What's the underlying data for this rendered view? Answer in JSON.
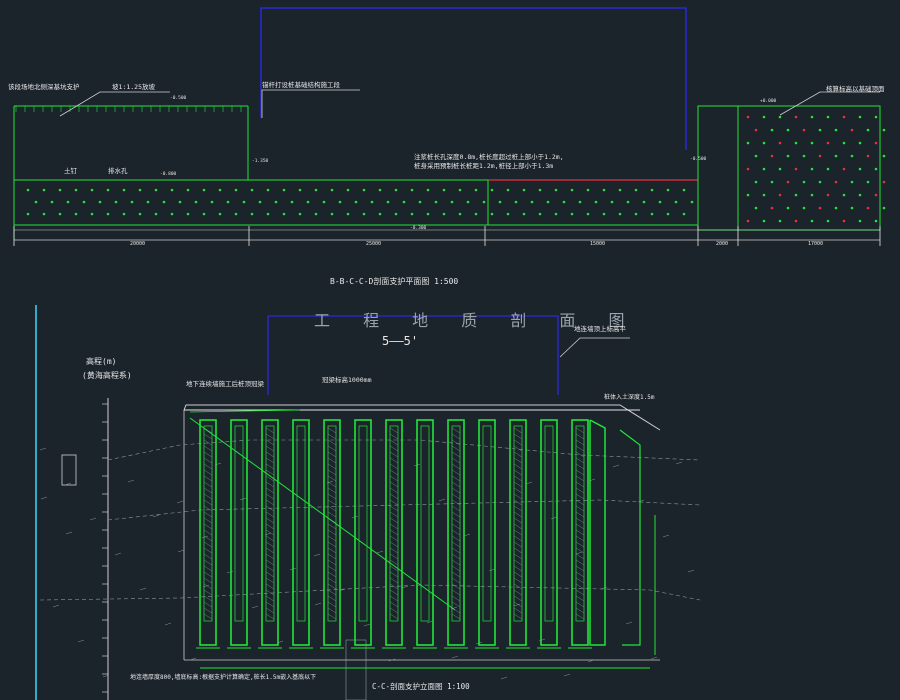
{
  "plan": {
    "title": "B-B-C-C-D剖面支护平面图 1:500",
    "notes": {
      "left_a": "该段场地北侧深基坑支护",
      "left_b": "坡1:1.25放坡",
      "mid": "锚杆打设桩基础结构施工段",
      "right": "核算标高以基础顶面",
      "center_a": "注浆桩长孔深度0.8m,桩长度超过桩上部小于1.2m,",
      "center_b": "桩身采用预制桩长桩距1.2m,桩径上部小于1.3m",
      "label_soil": "土钉",
      "label_drain": "排水孔"
    },
    "dims": [
      "20000",
      "25000",
      "15000",
      "2000",
      "17000"
    ],
    "small_tags": [
      "-0.500",
      "-1.350",
      "-0.500",
      "+0.000",
      "-0.300",
      "-0.800"
    ]
  },
  "section": {
    "title": "工 程 地 质 剖 面 图",
    "subtitle": "5——5'",
    "elev_label": "高程(m)",
    "elev_sub": "(黄海高程系)",
    "callouts": {
      "top_left": "地下连续墙施工后桩顶冠梁",
      "top_mid": "冠梁标高1000mm",
      "top_right": "地连墙顶上标高平",
      "right_side": "桩体入土深度1.5m"
    },
    "bottom_note": "地连墙厚度800,墙底标高:根据支护计算确定,桩长1.5m嵌入基底以下",
    "bottom_title": "C-C-剖面支护立面图 1:100"
  },
  "colors": {
    "green": "#22e43a",
    "red": "#e8313a",
    "blue": "#2b2bd6",
    "cyan": "#3ad7ff",
    "white": "#e6e6e6",
    "grey": "#8c97a3"
  }
}
